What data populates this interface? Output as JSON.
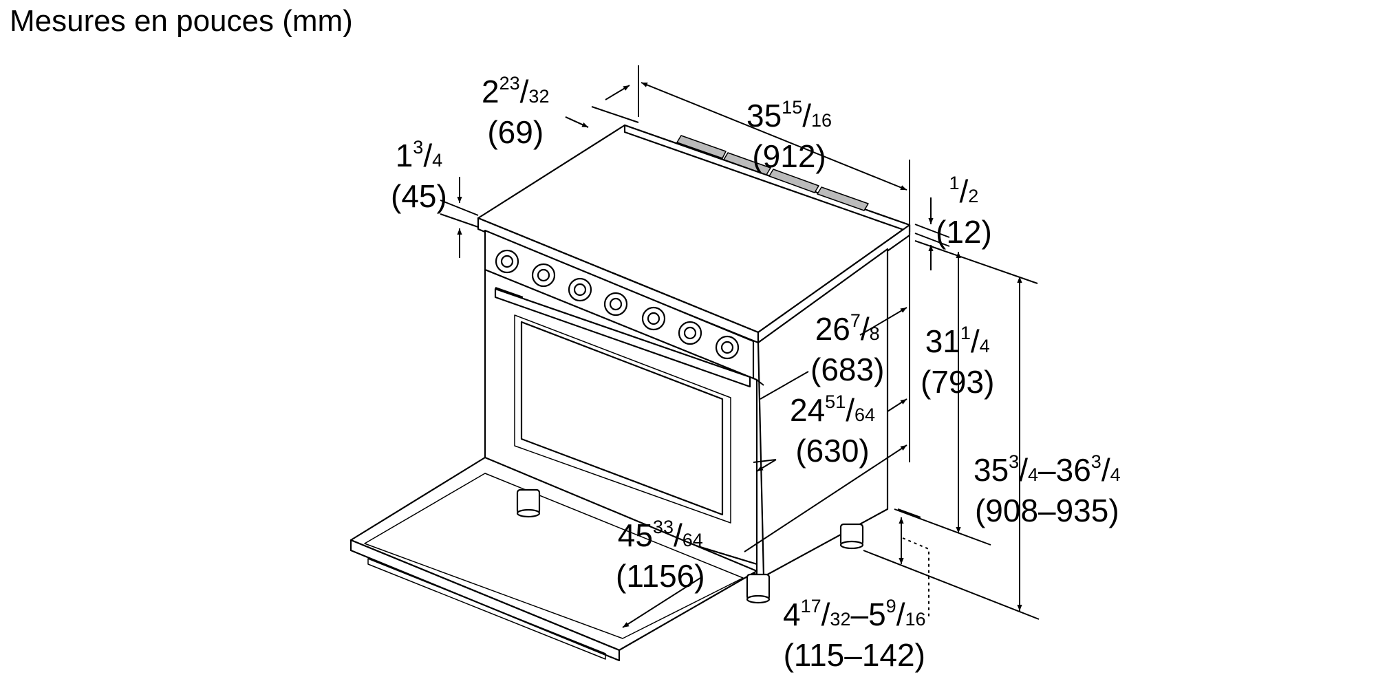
{
  "title": "Mesures en pouces (mm)",
  "dims": {
    "depth_top": {
      "whole": "2",
      "num": "23",
      "den": "32",
      "mm": "(69)"
    },
    "width": {
      "whole": "35",
      "num": "15",
      "den": "16",
      "mm": "(912)"
    },
    "top_edge": {
      "whole": "1",
      "num": "3",
      "den": "4",
      "mm": "(45)"
    },
    "backguard": {
      "whole": "",
      "num": "1",
      "den": "2",
      "mm": "(12)"
    },
    "body_depth": {
      "whole": "26",
      "num": "7",
      "den": "8",
      "mm": "(683)"
    },
    "height": {
      "whole": "31",
      "num": "1",
      "den": "4",
      "mm": "(793)"
    },
    "oven_depth": {
      "whole": "24",
      "num": "51",
      "den": "64",
      "mm": "(630)"
    },
    "total_height": {
      "w1": "35",
      "n1": "3",
      "d1": "4",
      "sep": "–",
      "w2": "36",
      "n2": "3",
      "d2": "4",
      "mm": "(908–935)"
    },
    "door_open": {
      "whole": "45",
      "num": "33",
      "den": "64",
      "mm": "(1156)"
    },
    "legs": {
      "w1": "4",
      "n1": "17",
      "d1": "32",
      "sep": "–",
      "w2": "5",
      "n2": "9",
      "d2": "16",
      "mm": "(115–142)"
    }
  }
}
